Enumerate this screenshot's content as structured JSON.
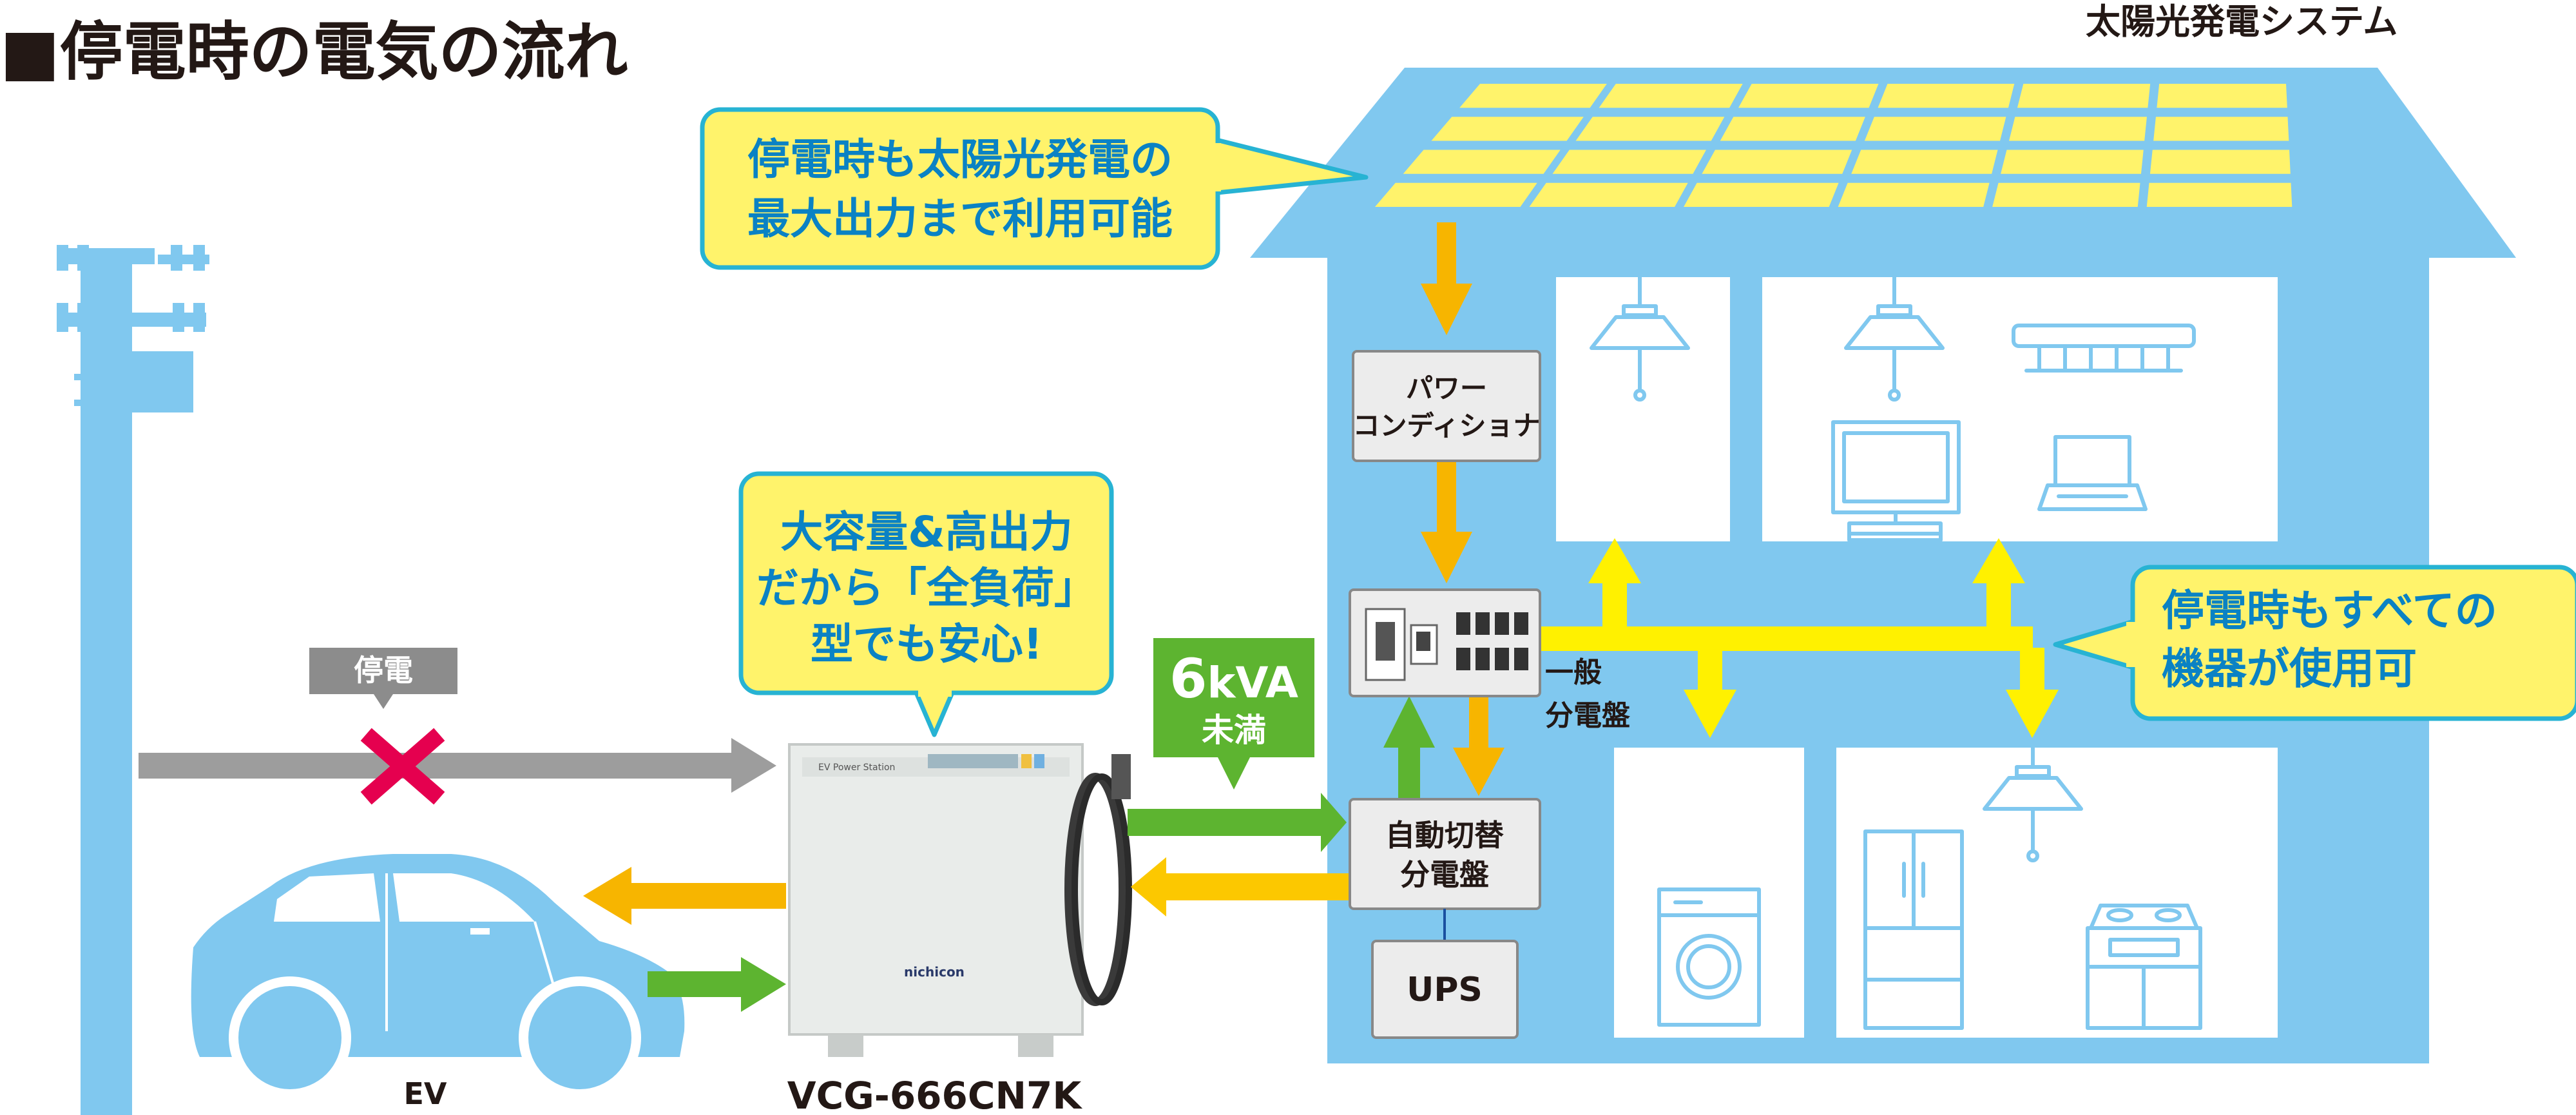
{
  "title": "■停電時の電気の流れ",
  "solar_label": "太陽光発電システム",
  "callouts": {
    "solar": [
      "停電時も太陽光発電の",
      "最大出力まで利用可能"
    ],
    "capacity": [
      "大容量&高出力",
      "だから「全負荷」",
      "型でも安心!"
    ],
    "devices": [
      "停電時もすべての",
      "機器が使用可"
    ]
  },
  "outage_label": "停電",
  "kva": {
    "value": "6",
    "unit": "kVA",
    "suffix": "未満"
  },
  "boxes": {
    "power_conditioner": [
      "パワー",
      "コンディショナ"
    ],
    "auto_switch": [
      "自動切替",
      "分電盤"
    ],
    "ups": "UPS"
  },
  "panel_label": [
    "一般",
    "分電盤"
  ],
  "ev_label": "EV",
  "product_label": "VCG-666CN7K",
  "product_brand": "nichicon",
  "product_plate": "EV Power Station",
  "colors": {
    "sky": "#80c8ef",
    "yellow": "#fff100",
    "orange": "#f7b500",
    "green": "#5db430",
    "gray": "#9d9d9d",
    "red": "#e5004f",
    "callout_fill": "#fff36b",
    "callout_border": "#27b3d3",
    "callout_text": "#0a82c4",
    "dark_text": "#231815"
  },
  "icons": [
    "utility-pole-icon",
    "ceiling-light-icon",
    "air-conditioner-icon",
    "monitor-icon",
    "laptop-icon",
    "washing-machine-icon",
    "refrigerator-icon",
    "stove-icon",
    "ev-car-icon",
    "cross-icon"
  ]
}
